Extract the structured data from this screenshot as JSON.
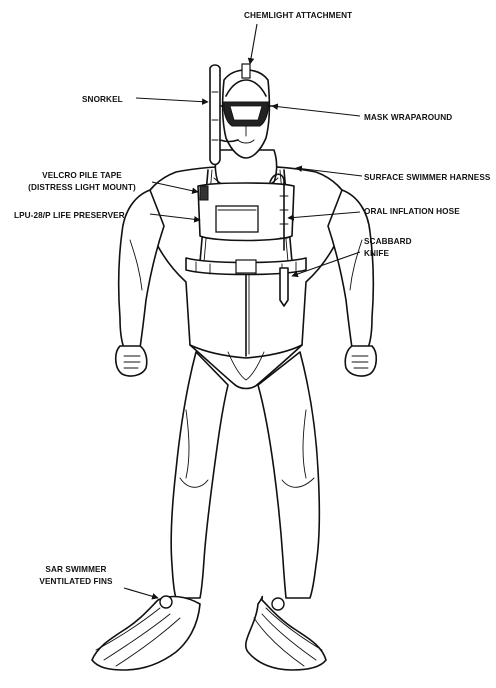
{
  "callouts": {
    "chemlight": "CHEMLIGHT ATTACHMENT",
    "snorkel": "SNORKEL",
    "mask": "MASK WRAPAROUND",
    "velcro_line1": "VELCRO PILE TAPE",
    "velcro_line2": "(DISTRESS LIGHT MOUNT)",
    "harness": "SURFACE SWIMMER HARNESS",
    "oral_hose": "ORAL INFLATION HOSE",
    "life_preserver": "LPU-28/P LIFE PRESERVER",
    "scabbard_line1": "SCABBARD",
    "scabbard_line2": "KNIFE",
    "fins_line1": "SAR SWIMMER",
    "fins_line2": "VENTILATED FINS"
  }
}
